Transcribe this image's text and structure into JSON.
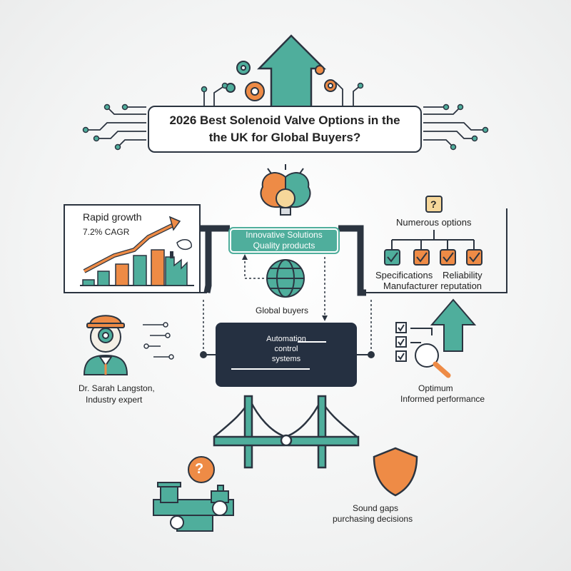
{
  "title": {
    "line1": "2026 Best Solenoid Valve Options in the",
    "line2": "the UK for Global Buyers?"
  },
  "growth": {
    "label": "Rapid growth",
    "rate": "7.2% CAGR"
  },
  "center": {
    "teal_line1": "Innovative Solutions",
    "teal_line2": "Quality products",
    "globe_label": "Global buyers",
    "dark_line1": "Automation",
    "dark_line2": "control",
    "dark_line3": "systems"
  },
  "options": {
    "question_mark": "?",
    "label": "Numerous options",
    "spec": "Specifications",
    "reliability": "Reliability",
    "reputation": "Manufacturer reputation"
  },
  "expert": {
    "name": "Dr. Sarah Langston,",
    "role": "Industry expert"
  },
  "performance": {
    "line1": "Optimum",
    "line2": "Informed performance"
  },
  "bottom": {
    "question_mark": "?",
    "line1": "Sound gaps",
    "line2": "purchasing decisions"
  },
  "colors": {
    "teal": "#4fae9c",
    "orange": "#ee8b46",
    "dark": "#253041"
  }
}
